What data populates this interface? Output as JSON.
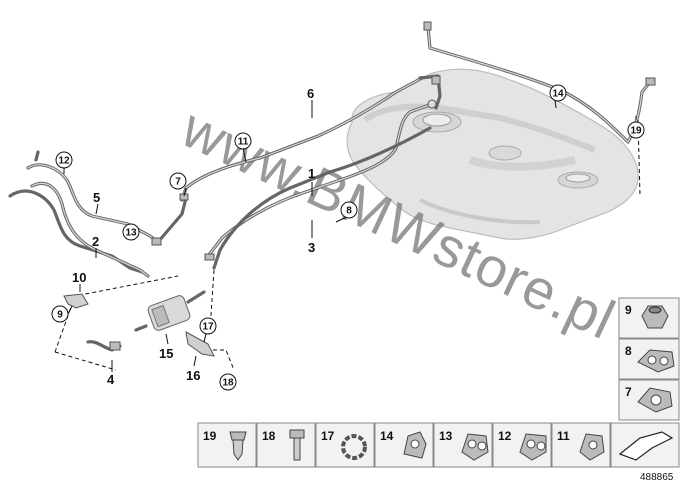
{
  "diagram": {
    "watermark": "www.BMWstore.pl",
    "document_number": "488865",
    "callouts": {
      "c1": "1",
      "c2": "2",
      "c3": "3",
      "c4": "4",
      "c5": "5",
      "c6": "6",
      "c7": "7",
      "c8": "8",
      "c9": "9",
      "c10": "10",
      "c11": "11",
      "c12": "12",
      "c13": "13",
      "c14": "14",
      "c15": "15",
      "c16": "16",
      "c17": "17",
      "c18": "18",
      "c19": "19"
    },
    "legend_side": [
      {
        "number": "9",
        "icon": "hex-nut-icon"
      },
      {
        "number": "8",
        "icon": "double-clip-icon"
      },
      {
        "number": "7",
        "icon": "clip-icon"
      }
    ],
    "legend_bottom": [
      {
        "number": "19",
        "icon": "push-rivet-icon"
      },
      {
        "number": "18",
        "icon": "bolt-icon"
      },
      {
        "number": "17",
        "icon": "circlip-icon"
      },
      {
        "number": "14",
        "icon": "pipe-clip-icon"
      },
      {
        "number": "13",
        "icon": "double-clip-icon"
      },
      {
        "number": "12",
        "icon": "double-clip-icon"
      },
      {
        "number": "11",
        "icon": "single-clip-icon"
      }
    ],
    "direction_icon": "arrow-icon"
  }
}
